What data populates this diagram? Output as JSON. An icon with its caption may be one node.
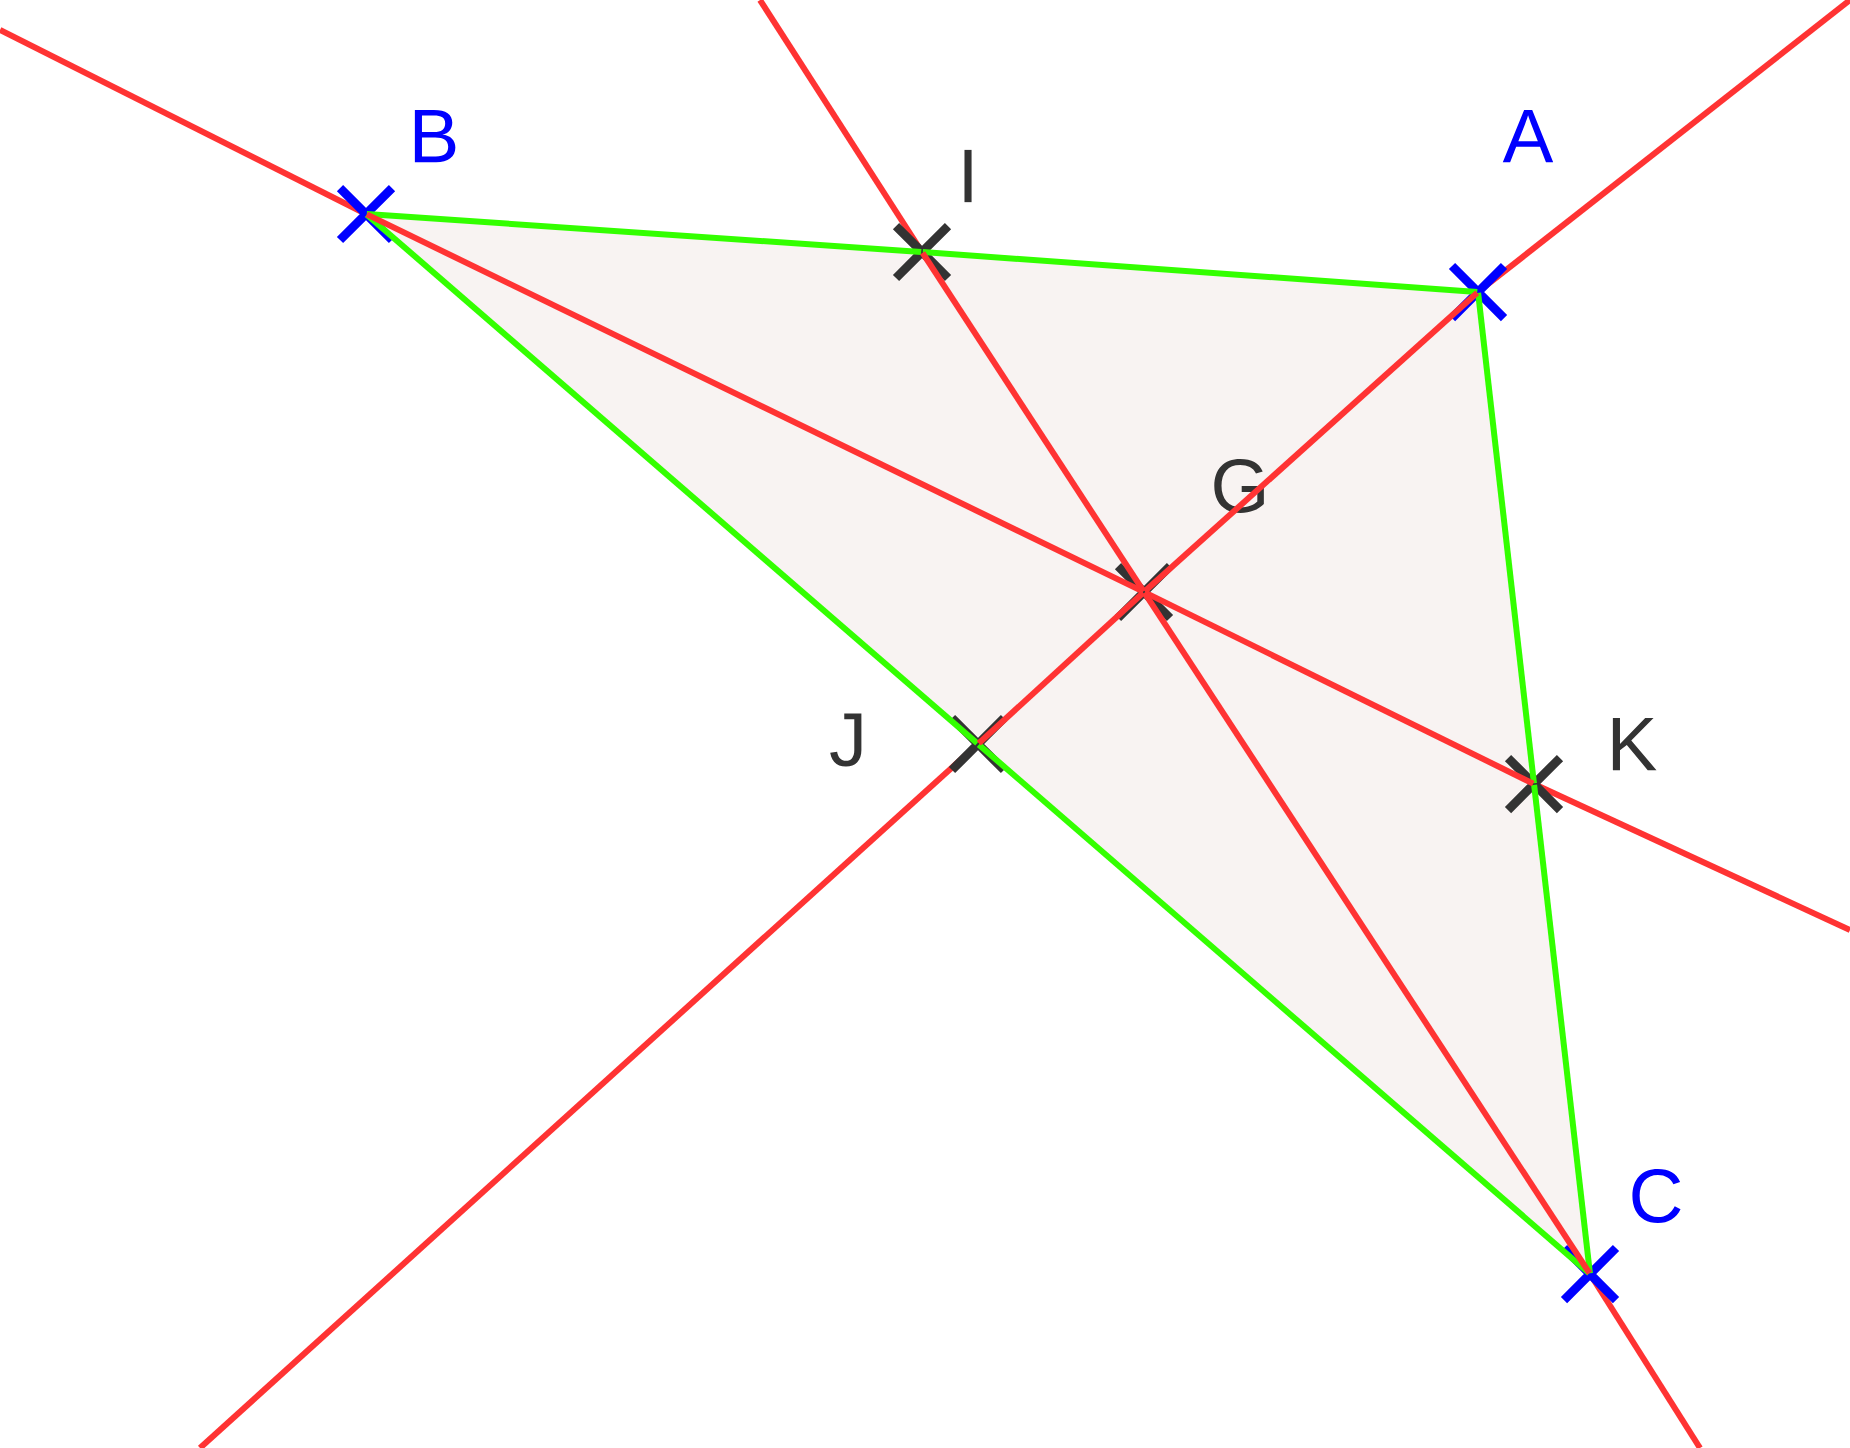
{
  "diagram": {
    "nodes": [
      {
        "text": [
          "B"
        ]
      },
      {
        "text": [
          "I"
        ]
      },
      {
        "text": [
          "A"
        ]
      },
      {
        "text": [
          "G"
        ]
      },
      {
        "text": [
          "J"
        ]
      },
      {
        "text": [
          "K"
        ]
      },
      {
        "text": [
          "C"
        ]
      }
    ],
    "edges": [
      {
        "from": 0,
        "to": 1,
        "arrow": "none",
        "color": "#33ff00"
      },
      {
        "from": 1,
        "to": 2,
        "arrow": "none",
        "color": "#33ff00"
      },
      {
        "from": 2,
        "to": 5,
        "arrow": "none",
        "color": "#33ff00"
      },
      {
        "from": 5,
        "to": 6,
        "arrow": "none",
        "color": "#33ff00"
      },
      {
        "from": 6,
        "to": 4,
        "arrow": "none",
        "color": "#33ff00"
      },
      {
        "from": 4,
        "to": 0,
        "arrow": "none",
        "color": "#33ff00"
      },
      {
        "from": 2,
        "to": 3,
        "arrow": "none",
        "color": "#ff3333"
      },
      {
        "from": 3,
        "to": 4,
        "arrow": "none",
        "color": "#ff3333"
      },
      {
        "from": 0,
        "to": 3,
        "arrow": "none",
        "color": "#ff3333"
      },
      {
        "from": 3,
        "to": 5,
        "arrow": "none",
        "color": "#ff3333"
      },
      {
        "from": 6,
        "to": 3,
        "arrow": "none",
        "color": "#ff3333"
      },
      {
        "from": 3,
        "to": 1,
        "arrow": "none",
        "color": "#ff3333"
      }
    ]
  }
}
